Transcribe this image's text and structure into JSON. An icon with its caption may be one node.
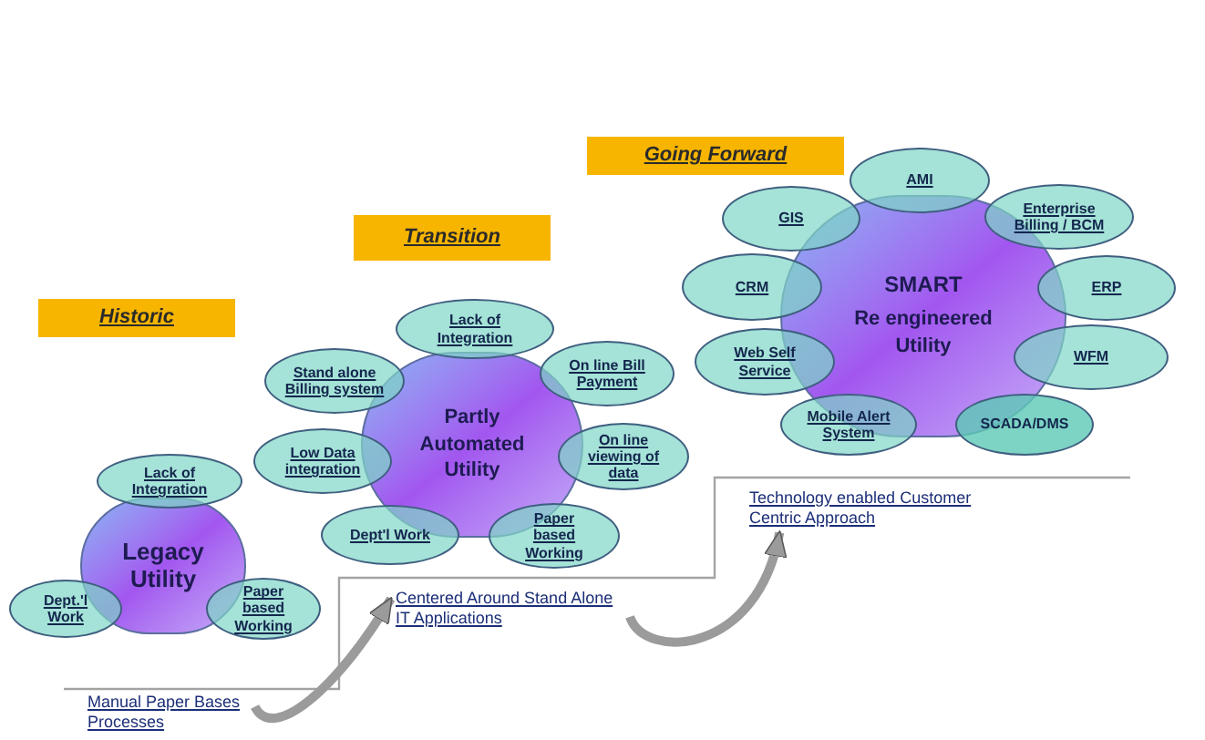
{
  "diagram": {
    "nodes": [
      {
        "text": [
          "Historic"
        ]
      },
      {
        "text": [
          "Legacy Utility"
        ]
      },
      {
        "text": [
          "Lack of Integration"
        ]
      },
      {
        "text": [
          "Dept.'l Work"
        ]
      },
      {
        "text": [
          "Paper based Working"
        ]
      },
      {
        "text": [
          "Manual Paper Bases Processes"
        ]
      },
      {
        "text": [
          "Transition"
        ]
      },
      {
        "text": [
          "Partly Automated Utility"
        ]
      },
      {
        "text": [
          "Lack of Integration"
        ]
      },
      {
        "text": [
          "Stand alone Billing system"
        ]
      },
      {
        "text": [
          "On line Bill Payment"
        ]
      },
      {
        "text": [
          "Low Data integration"
        ]
      },
      {
        "text": [
          "On line viewing of data"
        ]
      },
      {
        "text": [
          "Dept'l Work"
        ]
      },
      {
        "text": [
          "Paper based Working"
        ]
      },
      {
        "text": [
          "Centered Around Stand Alone IT Applications"
        ]
      },
      {
        "text": [
          "Going Forward"
        ]
      },
      {
        "text": [
          "SMART",
          "Re engineered Utility"
        ]
      },
      {
        "text": [
          "AMI"
        ]
      },
      {
        "text": [
          "GIS"
        ]
      },
      {
        "text": [
          "Enterprise Billing / BCM"
        ]
      },
      {
        "text": [
          "CRM"
        ]
      },
      {
        "text": [
          "ERP"
        ]
      },
      {
        "text": [
          "Web Self Service"
        ]
      },
      {
        "text": [
          "WFM"
        ]
      },
      {
        "text": [
          "Mobile Alert System"
        ]
      },
      {
        "text": [
          "SCADA/DMS"
        ]
      },
      {
        "text": [
          "Technology enabled Customer Centric Approach"
        ]
      }
    ],
    "edges": [
      {
        "from": 5,
        "to": 15,
        "arrow": "to"
      },
      {
        "from": 15,
        "to": 27,
        "arrow": "to"
      }
    ]
  }
}
